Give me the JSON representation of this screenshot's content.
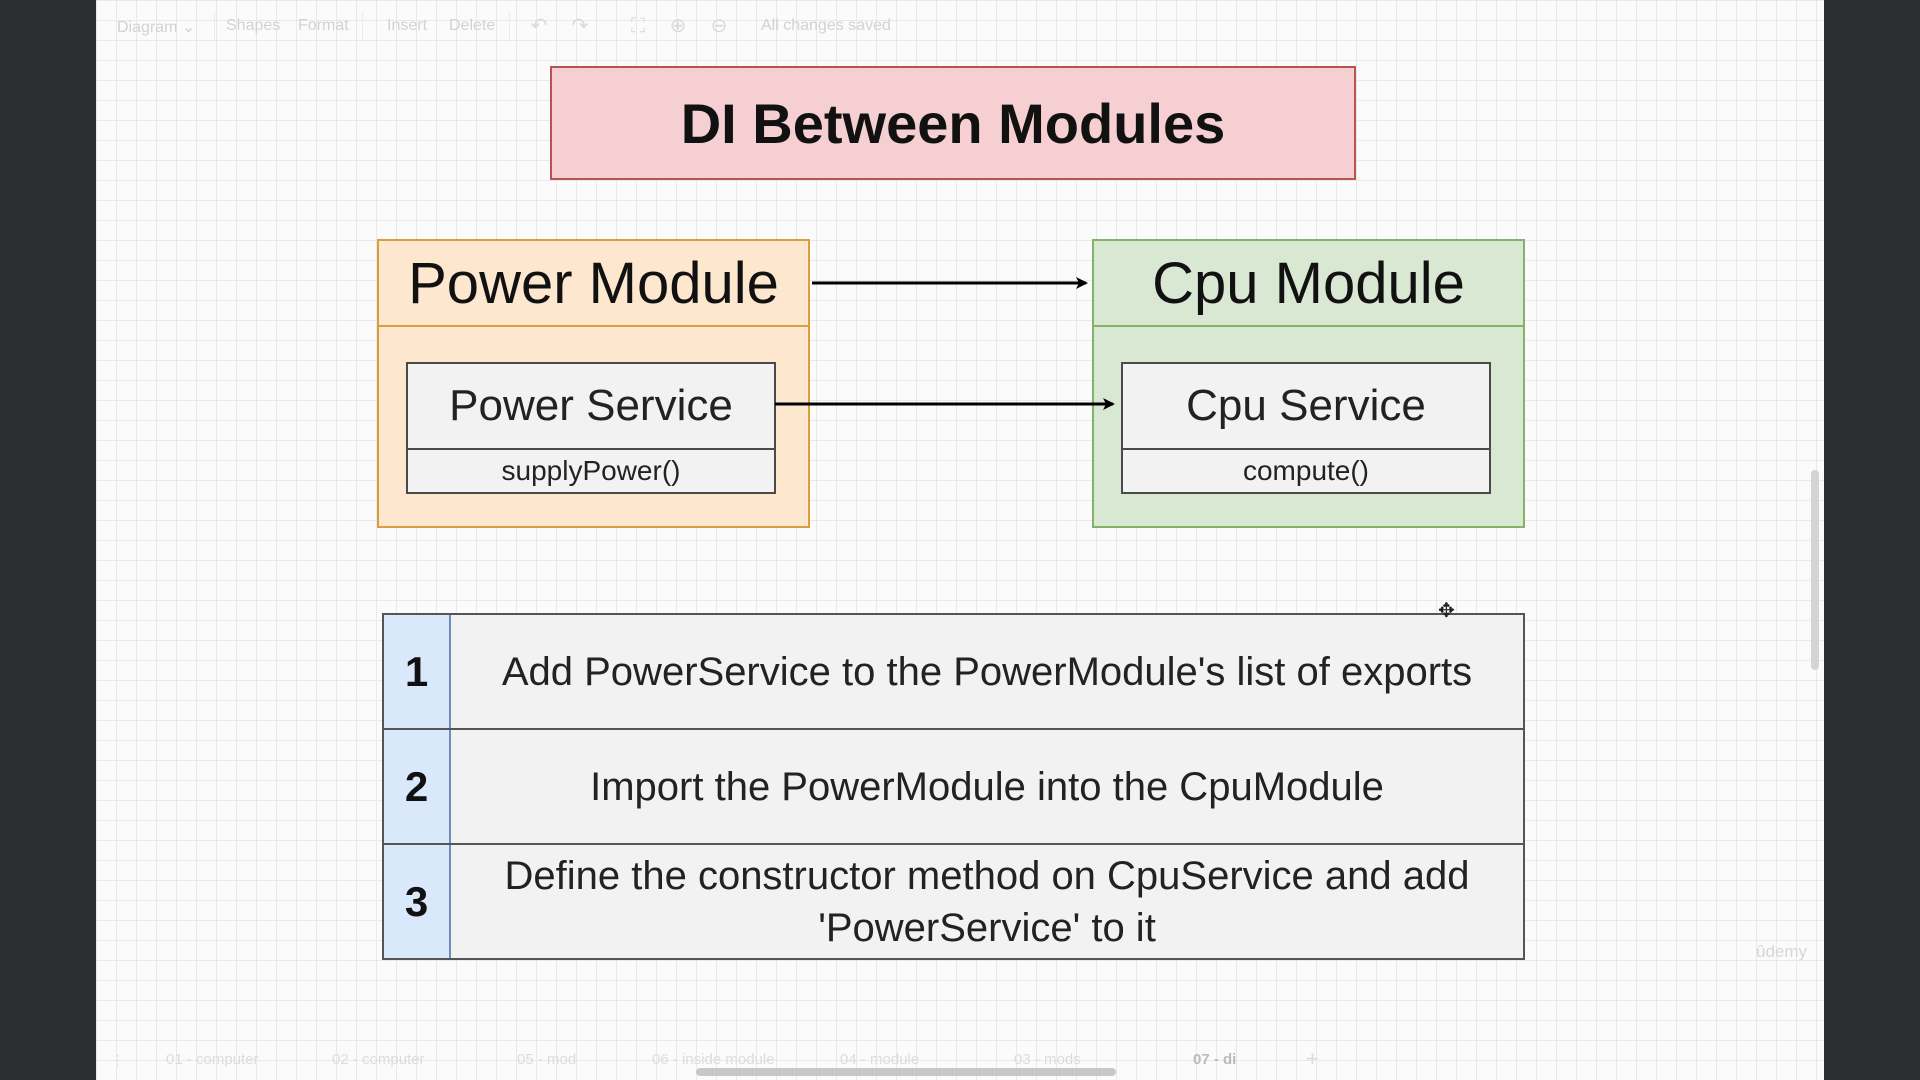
{
  "toolbar": {
    "diagram_menu": "Diagram",
    "shapes": "Shapes",
    "format": "Format",
    "insert": "Insert",
    "delete": "Delete",
    "status": "All changes saved"
  },
  "diagram": {
    "title": "DI Between Modules",
    "power_module": {
      "name": "Power Module",
      "service_name": "Power Service",
      "service_method": "supplyPower()"
    },
    "cpu_module": {
      "name": "Cpu Module",
      "service_name": "Cpu Service",
      "service_method": "compute()"
    }
  },
  "steps": [
    {
      "number": "1",
      "text": "Add PowerService to the PowerModule's list of exports"
    },
    {
      "number": "2",
      "text": "Import the PowerModule into the CpuModule"
    },
    {
      "number": "3",
      "text": "Define the constructor method on CpuService and add 'PowerService' to it"
    }
  ],
  "page_tabs": [
    {
      "label": "01 - computer"
    },
    {
      "label": "02 - computer"
    },
    {
      "label": "05 - mod"
    },
    {
      "label": "06 - inside module"
    },
    {
      "label": "04 - module"
    },
    {
      "label": "03 - mods"
    },
    {
      "label": "07 - di",
      "active": true
    }
  ],
  "watermark": "ûdemy",
  "icons": [
    "undo-icon",
    "redo-icon",
    "fit-page-icon",
    "zoom-in-icon",
    "zoom-out-icon",
    "add-page-icon",
    "page-menu-icon",
    "move-cursor-icon"
  ]
}
